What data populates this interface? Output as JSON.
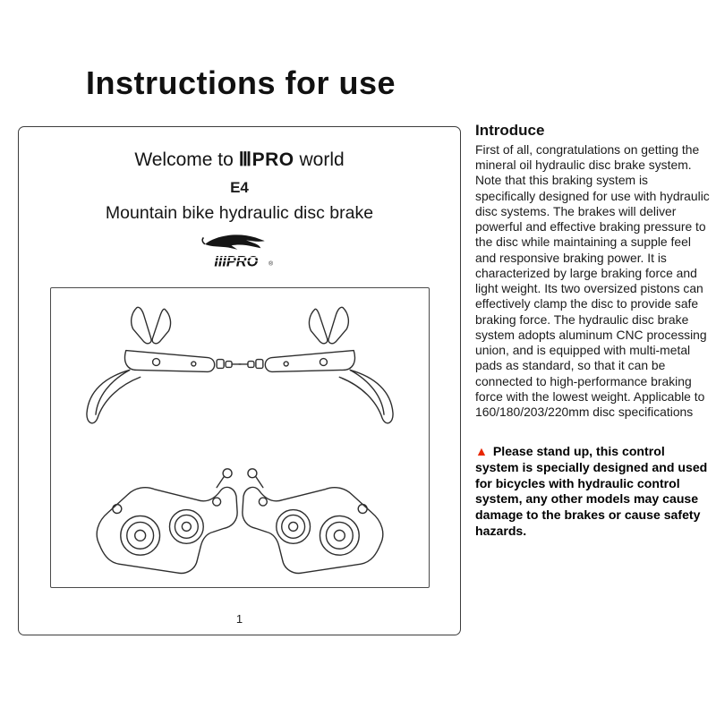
{
  "page": {
    "title": "Instructions for use"
  },
  "manual": {
    "welcome_prefix": "Welcome to",
    "brand": "ⅢPRO",
    "welcome_suffix": "world",
    "model": "E4",
    "subtitle": "Mountain bike hydraulic disc brake",
    "logo_text": "IIIPRO",
    "logo_reg": "®",
    "page_number": "1"
  },
  "intro": {
    "heading": "Introduce",
    "body": "First of all, congratulations on getting the mineral oil hydraulic disc brake system. Note that this braking system is specifically designed for use with hydraulic disc systems. The brakes will deliver powerful and effective braking pressure to the disc while maintaining a supple feel and responsive braking power. It is characterized by large braking force and light weight. Its two oversized pistons can effectively clamp the disc to provide safe braking force. The hydraulic disc brake system adopts aluminum CNC processing union, and is equipped with multi-metal pads as standard, so that it can be connected to high-performance braking force with the lowest weight. Applicable to 160/180/203/220mm disc specifications",
    "warning_icon": "▲",
    "warning": "Please stand up, this control system is specially designed and used for bicycles with hydraulic control system, any other models may cause damage to the brakes or cause safety hazards."
  },
  "colors": {
    "warning_red": "#e82600",
    "ink": "#1c1c1c"
  }
}
